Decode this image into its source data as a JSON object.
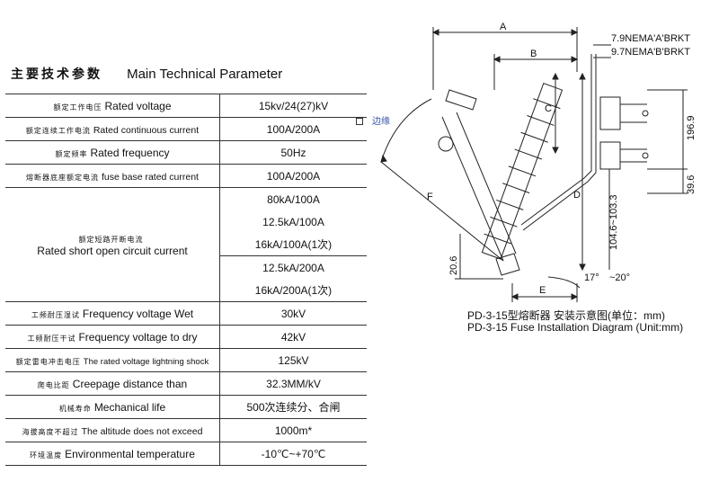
{
  "header": {
    "title_cn": "主要技术参数",
    "title_en": "Main Technical Parameter"
  },
  "edge_label": "边缘",
  "table": {
    "rows": [
      {
        "cn": "额定工作电压",
        "en": "Rated voltage",
        "value": "15kv/24(27)kV"
      },
      {
        "cn": "额定连续工作电流",
        "en": "Rated continuous current",
        "value": "100A/200A"
      },
      {
        "cn": "额定频率",
        "en": "Rated frequency",
        "value": "50Hz"
      },
      {
        "cn": "熔断器底座额定电流",
        "en": "fuse base rated current",
        "value": "100A/200A"
      },
      {
        "cn": "额定短路开断电流",
        "en": "Rated short open circuit current",
        "values": [
          "80kA/100A",
          "12.5kA/100A",
          "16kA/100A(1次)",
          "12.5kA/200A",
          "16kA/200A(1次)"
        ]
      },
      {
        "cn": "工频耐压湿试",
        "en": "Frequency voltage Wet",
        "value": "30kV"
      },
      {
        "cn": "工频耐压干试",
        "en": "Frequency voltage to dry",
        "value": "42kV"
      },
      {
        "cn": "额定雷电冲击电压",
        "en": "The rated voltage lightning shock",
        "value": "125kV"
      },
      {
        "cn": "爬电比距",
        "en": "Creepage distance than",
        "value": "32.3MM/kV"
      },
      {
        "cn": "机械寿命",
        "en": "Mechanical life",
        "value": "500次连续分、合闸"
      },
      {
        "cn": "海拔高度不超过",
        "en": "The altitude does not exceed",
        "value": "1000m*"
      },
      {
        "cn": "环境温度",
        "en": "Environmental temperature",
        "value": "-10℃~+70℃"
      }
    ]
  },
  "diagram": {
    "labels": {
      "A": "A",
      "B": "B",
      "C": "C",
      "D": "D",
      "E": "E",
      "F": "F",
      "nema_a": "7.9NEMA'A'BRKT",
      "nema_b": "9.7NEMA'B'BRKT",
      "dim_196": "196.9",
      "dim_104": "104.6~103.3",
      "dim_39": "39.6",
      "dim_20": "20.6",
      "angle_17": "17°",
      "angle_20": "~20°"
    },
    "caption_line1": "PD-3-15型熔断器 安装示意图(单位：mm)",
    "caption_line2": "PD-3-15 Fuse Installation Diagram (Unit:mm)"
  }
}
